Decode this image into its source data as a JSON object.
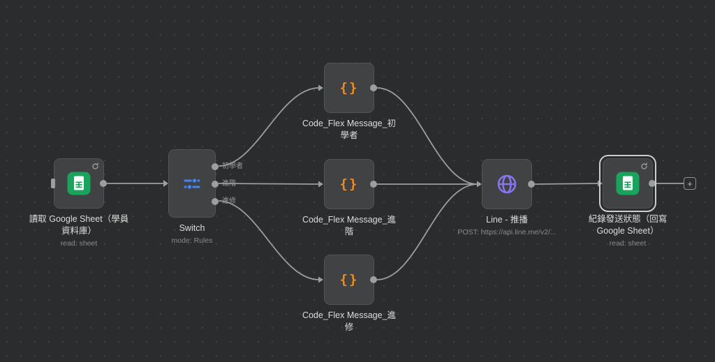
{
  "canvas": {
    "add_button_label": "+",
    "background": "#2b2c2d",
    "dot_color": "#424345",
    "connection_color": "#9e9e9e"
  },
  "colors": {
    "google_sheets_green": "#1aa35c",
    "code_orange": "#ef8c1d",
    "switch_blue": "#4285f4",
    "http_purple": "#8576f0",
    "node_fill": "#414244",
    "selected_outline": "#cdcdcd"
  },
  "nodes": {
    "sheet_read": {
      "label": "讀取 Google Sheet（學員資料庫）",
      "sublabel": "read: sheet",
      "icon": "google-sheets-icon"
    },
    "switch": {
      "label": "Switch",
      "sublabel": "mode: Rules",
      "icon": "sliders-icon",
      "outputs": [
        "初學者",
        "進階",
        "進修"
      ]
    },
    "code_beginner": {
      "label": "Code_Flex Message_初學者",
      "glyph": "{}",
      "icon": "code-braces-icon"
    },
    "code_advanced": {
      "label": "Code_Flex Message_進階",
      "glyph": "{}",
      "icon": "code-braces-icon"
    },
    "code_refresher": {
      "label": "Code_Flex Message_進修",
      "glyph": "{}",
      "icon": "code-braces-icon"
    },
    "line_push": {
      "label": "Line - 推播",
      "sublabel": "POST: https://api.line.me/v2/...",
      "icon": "globe-icon"
    },
    "sheet_write": {
      "label": "紀錄發送狀態（回寫 Google Sheet）",
      "sublabel": "read: sheet",
      "icon": "google-sheets-icon",
      "selected": true
    }
  }
}
